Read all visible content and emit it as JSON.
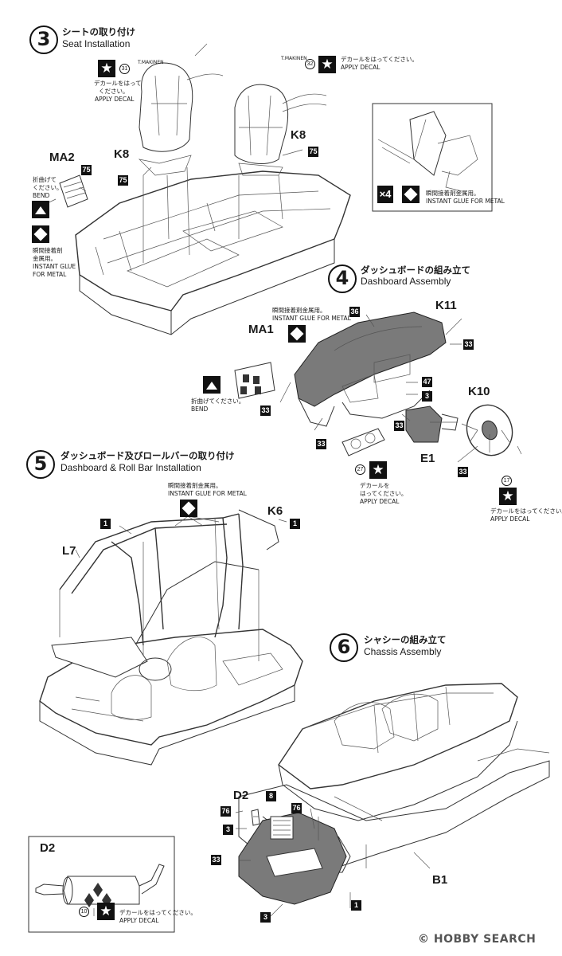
{
  "steps": {
    "s3": {
      "number": "3",
      "title_jp": "シートの取り付け",
      "title_en": "Seat Installation"
    },
    "s4": {
      "number": "4",
      "title_jp": "ダッシュボードの組み立て",
      "title_en": "Dashboard Assembly"
    },
    "s5": {
      "number": "5",
      "title_jp": "ダッシュボード及びロールバーの取り付け",
      "title_en": "Dashboard & Roll Bar Installation"
    },
    "s6": {
      "number": "6",
      "title_jp": "シャシーの組み立て",
      "title_en": "Chassis Assembly"
    }
  },
  "notes": {
    "apply_decal_jp_left": "デカールをはって",
    "apply_decal_jp_left2": "ください。",
    "apply_decal_en": "APPLY DECAL",
    "apply_decal_jp_full": "デカールをはってください。",
    "apply_decal_jp_a": "デカールを",
    "apply_decal_jp_b": "はってください。",
    "bend_jp_a": "折曲げて",
    "bend_jp_b": "ください。",
    "bend_jp_full": "折曲げてください。",
    "bend_en": "BEND",
    "glue_jp": "瞬間接着剤金属用。",
    "glue_jp_a": "瞬間接着剤",
    "glue_jp_b": "金属用。",
    "glue_en": "INSTANT GLUE FOR METAL",
    "glue_en_a": "INSTANT GLUE",
    "glue_en_b": "FOR METAL",
    "x4": "×4",
    "seat_tag_left": "T.MAKINEN",
    "seat_tag_right": "T.MAKINEN"
  },
  "decal_numbers": {
    "d31": "31",
    "d32": "32",
    "d27": "27",
    "d17": "17",
    "d10": "10"
  },
  "parts": {
    "MA2": "MA2",
    "K8": "K8",
    "MA1": "MA1",
    "K11": "K11",
    "K10": "K10",
    "E1": "E1",
    "K6": "K6",
    "L7": "L7",
    "D2": "D2",
    "B1": "B1"
  },
  "colors": {
    "c75": "75",
    "c36": "36",
    "c33": "33",
    "c47": "47",
    "c3": "3",
    "c1": "1",
    "c8": "8",
    "c76": "76"
  },
  "watermark": "HOBBY SEARCH",
  "copyright": "©"
}
